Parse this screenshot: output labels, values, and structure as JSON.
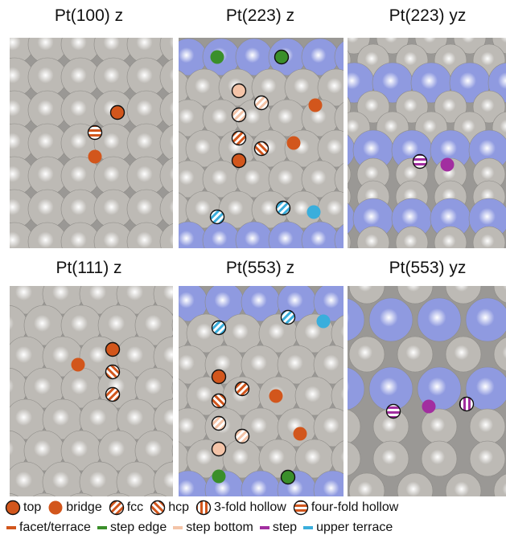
{
  "panels": [
    {
      "title": "Pt(100) z"
    },
    {
      "title": "Pt(223) z"
    },
    {
      "title": "Pt(223) yz"
    },
    {
      "title": "Pt(111) z"
    },
    {
      "title": "Pt(553) z"
    },
    {
      "title": "Pt(553) yz"
    }
  ],
  "legend_sites": [
    {
      "label": "top",
      "marker": "solid"
    },
    {
      "label": "bridge",
      "marker": "solid-noborder"
    },
    {
      "label": "fcc",
      "marker": "diag-stripe"
    },
    {
      "label": "hcp",
      "marker": "diag-stripe-rev"
    },
    {
      "label": "3-fold hollow",
      "marker": "horiz-stripe"
    },
    {
      "label": "four-fold hollow",
      "marker": "vert-stripe"
    }
  ],
  "legend_colors": [
    {
      "label": "facet/terrace",
      "color": "#d2561c"
    },
    {
      "label": "step edge",
      "color": "#3a8f2a"
    },
    {
      "label": "step bottom",
      "color": "#f4c4a8"
    },
    {
      "label": "step",
      "color": "#a22ea0"
    },
    {
      "label": "upper terrace",
      "color": "#3aaedc"
    }
  ],
  "colors": {
    "pt_atom": "#bdbab5",
    "step_atom": "#8f9ae0"
  }
}
